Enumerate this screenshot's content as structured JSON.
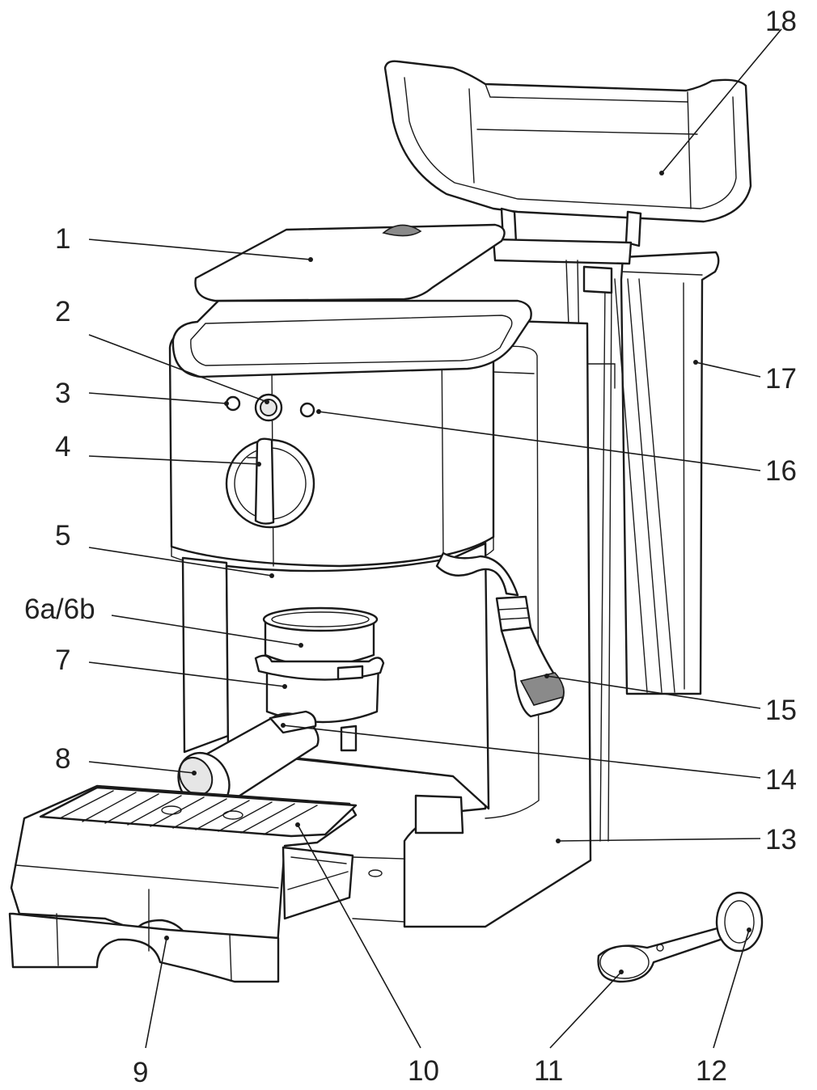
{
  "callouts": [
    {
      "id": "c1",
      "label": "1"
    },
    {
      "id": "c2",
      "label": "2"
    },
    {
      "id": "c3",
      "label": "3"
    },
    {
      "id": "c4",
      "label": "4"
    },
    {
      "id": "c5",
      "label": "5"
    },
    {
      "id": "c6",
      "label": "6a/6b"
    },
    {
      "id": "c7",
      "label": "7"
    },
    {
      "id": "c8",
      "label": "8"
    },
    {
      "id": "c9",
      "label": "9"
    },
    {
      "id": "c10",
      "label": "10"
    },
    {
      "id": "c11",
      "label": "11"
    },
    {
      "id": "c12",
      "label": "12"
    },
    {
      "id": "c13",
      "label": "13"
    },
    {
      "id": "c14",
      "label": "14"
    },
    {
      "id": "c15",
      "label": "15"
    },
    {
      "id": "c16",
      "label": "16"
    },
    {
      "id": "c17",
      "label": "17"
    },
    {
      "id": "c18",
      "label": "18"
    }
  ]
}
